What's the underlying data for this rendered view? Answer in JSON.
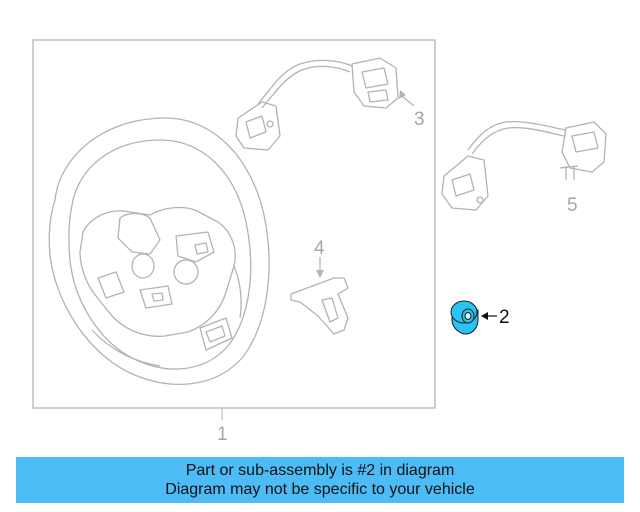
{
  "diagram": {
    "callouts": [
      "1",
      "2",
      "3",
      "4",
      "5"
    ],
    "highlight_color": "#29c3f4",
    "line_color": "#b3b3b3"
  },
  "banner": {
    "line1": "Part or sub-assembly is #2 in diagram",
    "line2": "Diagram may not be specific to your vehicle",
    "background": "#4dbbf5"
  }
}
